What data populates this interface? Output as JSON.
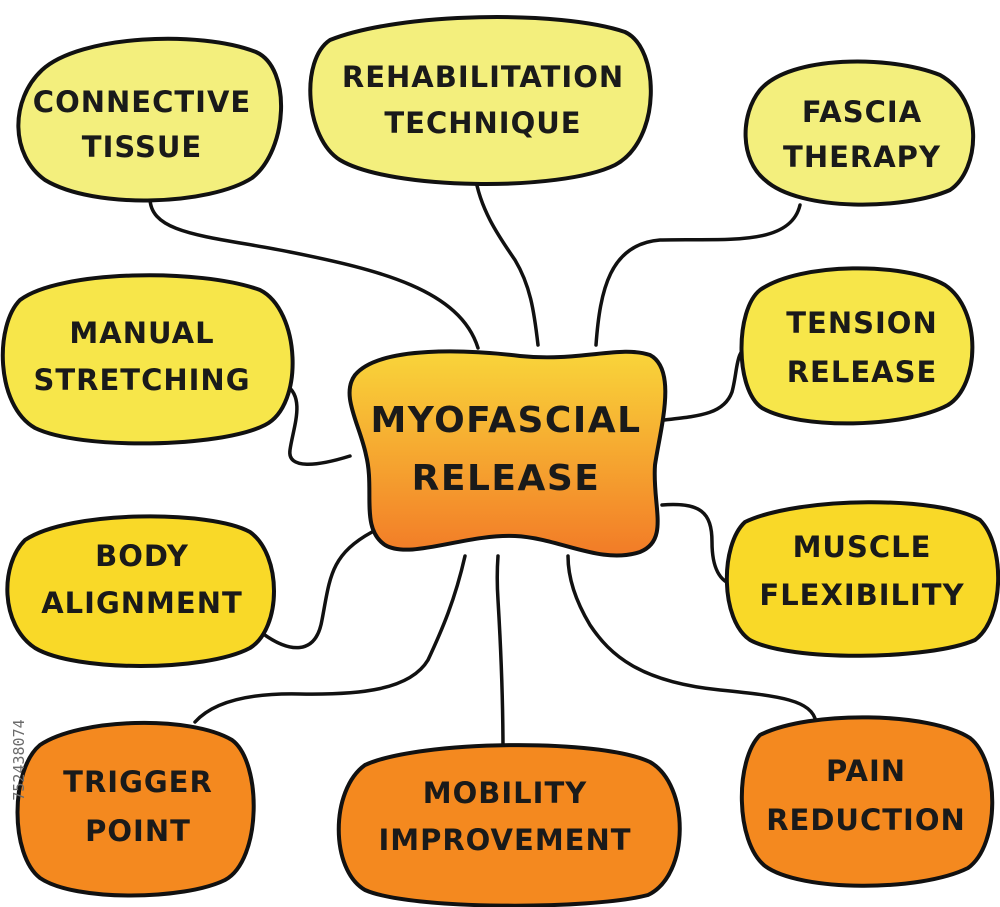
{
  "colors": {
    "outline": "#111111",
    "yellow_light": "#f3ef7d",
    "yellow_mid": "#f7e64a",
    "yellow_deep": "#f9d928",
    "orange": "#f4891f",
    "center_top": "#f9d53a",
    "center_bottom": "#f27b27"
  },
  "center": {
    "line1": "MYOFASCIAL",
    "line2": "RELEASE"
  },
  "nodes": [
    {
      "id": "connective-tissue",
      "line1": "CONNECTIVE",
      "line2": "TISSUE"
    },
    {
      "id": "rehabilitation-technique",
      "line1": "REHABILITATION",
      "line2": "TECHNIQUE"
    },
    {
      "id": "fascia-therapy",
      "line1": "FASCIA",
      "line2": "THERAPY"
    },
    {
      "id": "manual-stretching",
      "line1": "MANUAL",
      "line2": "STRETCHING"
    },
    {
      "id": "tension-release",
      "line1": "TENSION",
      "line2": "RELEASE"
    },
    {
      "id": "body-alignment",
      "line1": "BODY",
      "line2": "ALIGNMENT"
    },
    {
      "id": "muscle-flexibility",
      "line1": "MUSCLE",
      "line2": "FLEXIBILITY"
    },
    {
      "id": "trigger-point",
      "line1": "TRIGGER",
      "line2": "POINT"
    },
    {
      "id": "mobility-improvement",
      "line1": "MOBILITY",
      "line2": "IMPROVEMENT"
    },
    {
      "id": "pain-reduction",
      "line1": "PAIN",
      "line2": "REDUCTION"
    }
  ],
  "watermark": {
    "stock_id": "752438074"
  }
}
